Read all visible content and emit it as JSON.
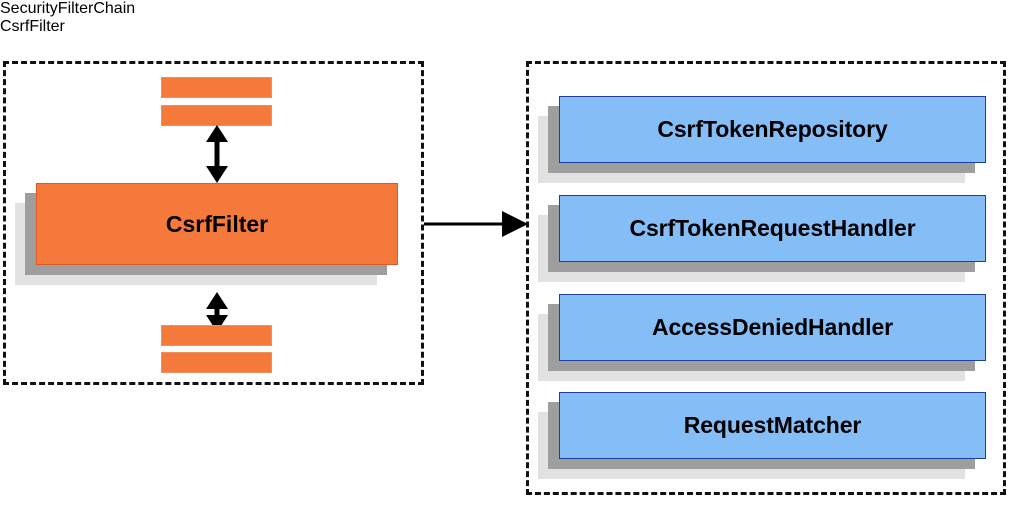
{
  "diagram": {
    "type": "component-relationship-diagram",
    "background_color": "#ffffff",
    "panels": [
      {
        "id": "security-filter-chain",
        "title": "SecurityFilterChain",
        "border_style": "dashed",
        "border_color": "#111111",
        "highlight_box": {
          "label": "CsrfFilter",
          "fill_color": "#f5793b",
          "border_color": "#e05a28"
        },
        "placeholder_bars_above": 2,
        "placeholder_bars_below": 2,
        "placeholder_bar_color": "#f5793b"
      },
      {
        "id": "csrf-filter",
        "title": "CsrfFilter",
        "border_style": "dashed",
        "border_color": "#111111",
        "components": [
          {
            "label": "CsrfTokenRepository"
          },
          {
            "label": "CsrfTokenRequestHandler"
          },
          {
            "label": "AccessDeniedHandler"
          },
          {
            "label": "RequestMatcher"
          }
        ],
        "component_fill_color": "#85bdf7",
        "component_border_color": "#1f3f9e"
      }
    ],
    "connectors": [
      {
        "name": "chain-to-csrffilter",
        "direction": "right",
        "style": "solid",
        "color": "#000000"
      },
      {
        "name": "csrffilter-to-previous-filter",
        "direction": "both",
        "style": "solid",
        "color": "#000000"
      },
      {
        "name": "csrffilter-to-next-filter",
        "direction": "both",
        "style": "solid",
        "color": "#000000"
      }
    ],
    "shadow_colors": {
      "near": "#9e9e9e",
      "far": "#e2e2e2"
    }
  }
}
